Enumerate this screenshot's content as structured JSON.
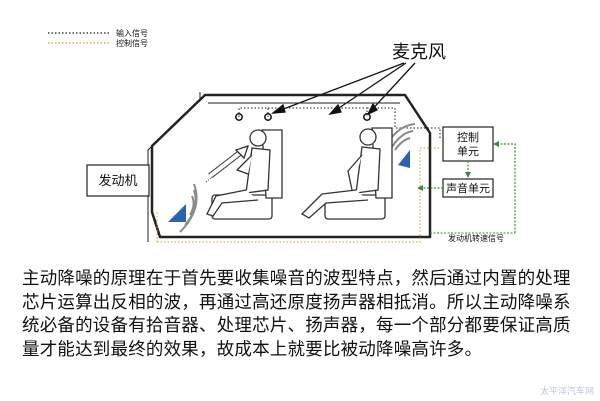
{
  "legend": {
    "input_signal": "输入信号",
    "control_signal": "控制信号"
  },
  "microphone_label": "麦克风",
  "engine_label": "发动机",
  "control_unit_label": "控制\n单元",
  "sound_unit_label": "声音单元",
  "engine_speed_signal_label": "发动机转速信号",
  "caption": "主动降噪的原理在于首先要收集噪音的波型特点，然后通过内置的处理芯片运算出反相的波，再通过高还原度扬声器相抵消。所以主动降噪系统必备的设备有拾音器、处理芯片、扬声器，每一个部分都要保证高质量才能达到最终的效果，故成本上就要比被动降噪高许多。",
  "watermark": "太平洋汽车网",
  "colors": {
    "input_line": "#1a1a1a",
    "control_line": "#c9a227",
    "arrow_green": "#3d8a3d",
    "speaker_blue": "#2a63b0",
    "sound_wave": "#8a8a8a"
  }
}
